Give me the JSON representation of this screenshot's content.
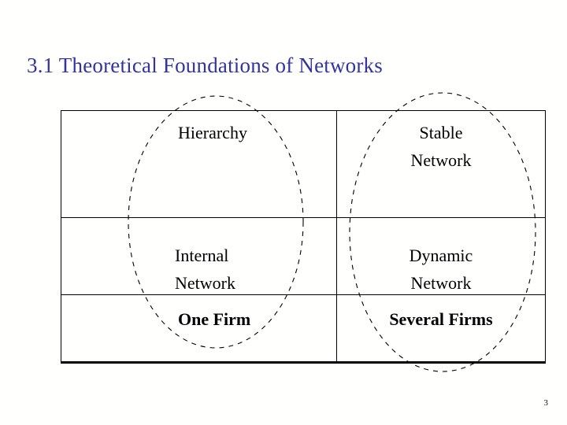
{
  "slide": {
    "title": "3.1 Theoretical Foundations of Networks",
    "title_color": "#3333a0",
    "background_color": "#fffffe",
    "page_number": "3"
  },
  "matrix": {
    "border_color": "#000000",
    "cells": {
      "top_left": {
        "label": "Hierarchy",
        "lines": [
          "Hierarchy"
        ],
        "align": "left",
        "bold": false
      },
      "top_right": {
        "label": "Stable Network",
        "lines": [
          "Stable",
          "Network"
        ],
        "align": "center",
        "bold": false
      },
      "bottom_left": {
        "label": "Internal Network",
        "lines": [
          "Internal",
          "Network"
        ],
        "align": "left",
        "bold": false
      },
      "bottom_right": {
        "label": "Dynamic Network",
        "lines": [
          "Dynamic",
          "Network"
        ],
        "align": "center",
        "bold": false
      }
    },
    "footers": {
      "left": "One Firm",
      "right": "Several Firms"
    }
  },
  "annotations": {
    "ellipse_left": {
      "label": "one-firm-grouping-ellipse",
      "stroke": "#000000",
      "dashed": true
    },
    "ellipse_right": {
      "label": "several-firms-grouping-ellipse",
      "stroke": "#000000",
      "dashed": true
    }
  },
  "text": {
    "hierarchy": "Hierarchy",
    "stable_line1": "Stable",
    "stable_line2": "Network",
    "internal_line1": "Internal",
    "internal_line2": "Network",
    "dynamic_line1": "Dynamic",
    "dynamic_line2": "Network",
    "one_firm": "One Firm",
    "several_firms": "Several Firms"
  }
}
